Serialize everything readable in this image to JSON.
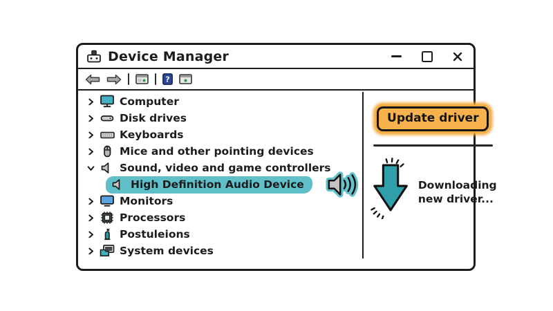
{
  "window": {
    "title": "Device Manager",
    "icon": "device-manager-icon",
    "controls": [
      {
        "name": "minimize"
      },
      {
        "name": "maximize"
      },
      {
        "name": "close"
      }
    ]
  },
  "toolbar": {
    "icons": [
      "back-arrow",
      "forward-arrow",
      "separator",
      "device-window",
      "separator",
      "help",
      "device-window"
    ]
  },
  "tree": {
    "items": [
      {
        "label": "Computer",
        "icon": "computer-icon",
        "state": "collapsed",
        "indent": 0
      },
      {
        "label": "Disk drives",
        "icon": "disk-drive-icon",
        "state": "collapsed",
        "indent": 0
      },
      {
        "label": "Keyboards",
        "icon": "keyboard-icon",
        "state": "collapsed",
        "indent": 0
      },
      {
        "label": "Mice and other pointing devices",
        "icon": "mouse-icon",
        "state": "collapsed",
        "indent": 0
      },
      {
        "label": "Sound, video and game controllers",
        "icon": "speaker-icon",
        "state": "expanded",
        "indent": 0
      },
      {
        "label": "High Definition Audio Device",
        "icon": "speaker-icon",
        "state": "leaf",
        "indent": 1,
        "highlighted": true
      },
      {
        "label": "Monitors",
        "icon": "monitor-icon",
        "state": "collapsed",
        "indent": 0
      },
      {
        "label": "Processors",
        "icon": "processor-icon",
        "state": "collapsed",
        "indent": 0
      },
      {
        "label": "Postuleions",
        "icon": "postuleion-icon",
        "state": "collapsed",
        "indent": 0
      },
      {
        "label": "System devices",
        "icon": "system-devices-icon",
        "state": "collapsed",
        "indent": 0
      }
    ]
  },
  "panel": {
    "update_button_label": "Update driver",
    "download_status_line1": "Downloading",
    "download_status_line2": "new driver..."
  },
  "colors": {
    "teal": "#2f9faa",
    "teal_highlight": "#5fc0c9",
    "orange": "#f7b24d",
    "orange_glow": "#f3ab42",
    "ink": "#1c1c1c"
  }
}
